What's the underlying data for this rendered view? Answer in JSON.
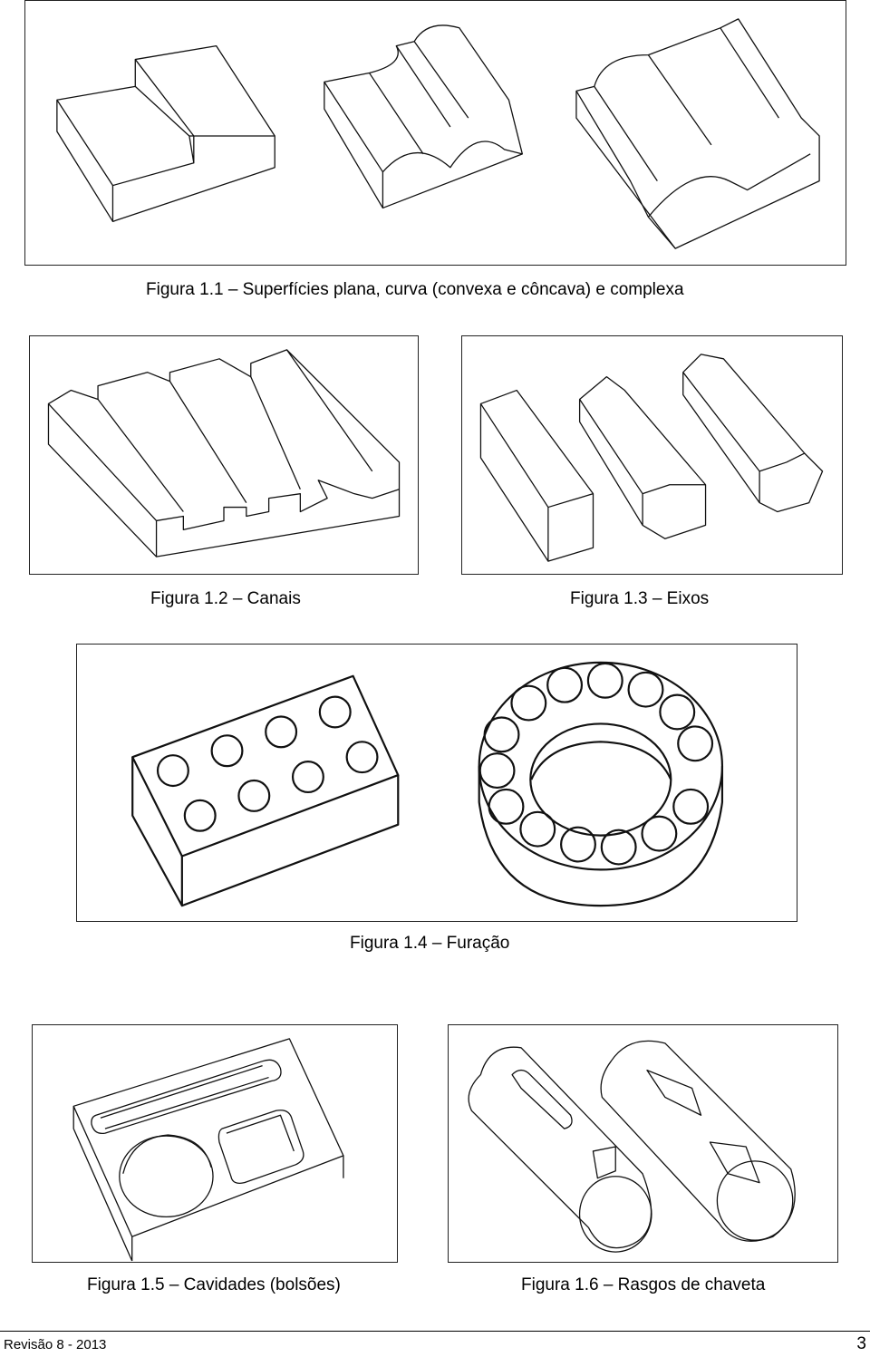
{
  "figures": {
    "fig1_1": {
      "caption": "Figura 1.1 – Superfícies plana, curva (convexa e côncava) e complexa",
      "icon": "block-surfaces-drawing"
    },
    "fig1_2": {
      "caption": "Figura 1.2 – Canais",
      "icon": "channels-drawing"
    },
    "fig1_3": {
      "caption": "Figura 1.3 – Eixos",
      "icon": "shafts-drawing"
    },
    "fig1_4": {
      "caption": "Figura 1.4 – Furação",
      "icon": "drilling-drawing"
    },
    "fig1_5": {
      "caption": "Figura 1.5 – Cavidades (bolsões)",
      "icon": "pockets-drawing"
    },
    "fig1_6": {
      "caption": "Figura 1.6 – Rasgos de chaveta",
      "icon": "keyways-drawing"
    }
  },
  "footer": {
    "revision": "Revisão 8 - 2013",
    "page_number": "3"
  }
}
